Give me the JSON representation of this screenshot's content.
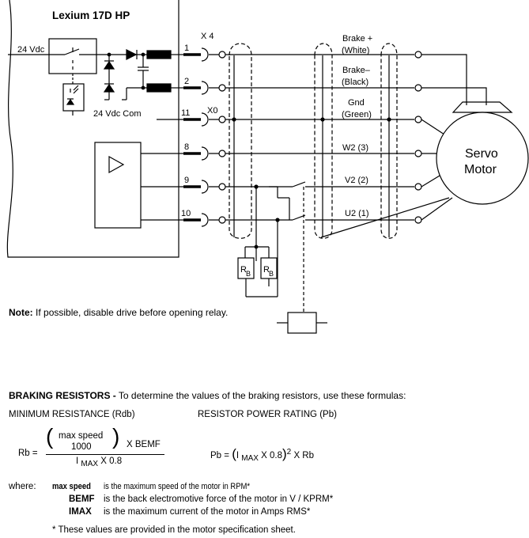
{
  "diagram": {
    "drive_title": "Lexium 17D HP",
    "supply_label": "24 Vdc",
    "com_label": "24 Vdc Com",
    "connector_x4": "X 4",
    "connector_x0": "X0",
    "pins": [
      "1",
      "2",
      "11",
      "8",
      "9",
      "10"
    ],
    "wires": [
      {
        "line1": "Brake +",
        "line2": "(White)"
      },
      {
        "line1": "Brake–",
        "line2": "(Black)"
      },
      {
        "line1": "Gnd",
        "line2": "(Green)"
      },
      {
        "line1": "W2 (3)",
        "line2": ""
      },
      {
        "line1": "V2 (2)",
        "line2": ""
      },
      {
        "line1": "U2 (1)",
        "line2": ""
      }
    ],
    "motor_line1": "Servo",
    "motor_line2": "Motor",
    "resistor_main": "R",
    "resistor_sub": "B"
  },
  "note": {
    "label": "Note:",
    "text": "If possible, disable drive before opening relay."
  },
  "braking": {
    "heading_bold": "BRAKING RESISTORS -",
    "heading_rest": "To determine the values of the braking resistors, use these formulas:",
    "min_resistance_label": "MINIMUM RESISTANCE (Rdb)",
    "power_rating_label": "RESISTOR POWER RATING (Pb)"
  },
  "formula_rdb": {
    "lhs": "Rb =",
    "num_line1": "max speed",
    "num_line2": "1000",
    "times_bemf": "X  BEMF",
    "den_i": "I",
    "den_sub": "MAX",
    "den_rest": "X  0.8"
  },
  "formula_pb": {
    "lhs": "Pb =",
    "open": "(",
    "i": "I",
    "sub": "MAX",
    "mid": "X  0.8",
    "close": ")",
    "exp": "2",
    "rest": "X   Rb"
  },
  "where": {
    "label": "where:",
    "items": [
      {
        "term": "max speed",
        "desc": "is the maximum speed of the motor in RPM*"
      },
      {
        "term": "BEMF",
        "desc": "is the back electromotive force of the motor in V / KPRM*"
      },
      {
        "term": "IMAX",
        "desc": "is the maximum current of the motor in Amps RMS*"
      }
    ],
    "footnote": "* These values are provided in the motor specification sheet."
  }
}
